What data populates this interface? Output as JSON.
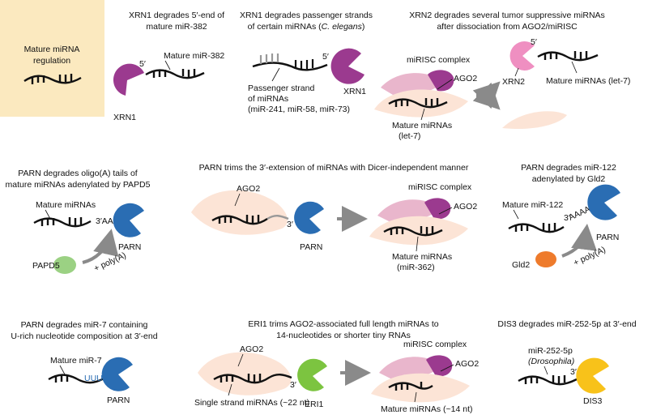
{
  "regulation": {
    "line1": "Mature miRNA",
    "line2": "regulation"
  },
  "p1": {
    "title1": "XRN1 degrades 5′-end of",
    "title2": "mature miR-382",
    "five": "5′",
    "rna": "Mature miR-382",
    "enzyme": "XRN1"
  },
  "p2": {
    "title1": "XRN1 degrades passenger strands",
    "title2a": "of certain miRNAs (",
    "title2b": "C. elegans",
    "title2c": ")",
    "five": "5′",
    "enzyme": "XRN1",
    "note1": "Passenger strand",
    "note2": "of miRNAs",
    "note3": "(miR-241, miR-58, miR-73)"
  },
  "p3": {
    "title1": "XRN2 degrades several tumor suppressive miRNAs",
    "title2": "after dissociation from AGO2/miRISC",
    "complex": "miRISC complex",
    "ago": "AGO2",
    "rna1": "Mature miRNAs",
    "rna2": "(let-7)",
    "enzyme": "XRN2",
    "five": "5′",
    "rna3": "Mature miRNAs (let-7)"
  },
  "p4": {
    "title1": "PARN degrades oligo(A) tails of",
    "title2": "mature miRNAs adenylated by PAPD5",
    "rna": "Mature miRNAs",
    "tail": "3′AAAAA",
    "enzyme": "PARN",
    "enzyme2": "PAPD5",
    "poly": "+ poly(A)"
  },
  "p5": {
    "title": "PARN trims the 3′-extension of miRNAs with Dicer-independent manner",
    "ago": "AGO2",
    "three": "3′",
    "enzyme": "PARN",
    "complex": "miRISC complex",
    "ago2": "AGO2",
    "rna1": "Mature miRNAs",
    "rna2": "(miR-362)"
  },
  "p6": {
    "title1": "PARN degrades miR-122",
    "title2": "adenylated by Gld2",
    "rna": "Mature miR-122",
    "three": "3′",
    "tail": "AAAAA",
    "enzyme": "PARN",
    "enzyme2": "Gld2",
    "poly": "+ poly(A)"
  },
  "p7": {
    "title1": "PARN degrades miR-7 containing",
    "title2": "U-rich nucleotide composition at 3′-end",
    "rna": "Mature miR-7",
    "uuu": "UUU",
    "enzyme": "PARN"
  },
  "p8": {
    "title1": "ERI1 trims AGO2-associated full length miRNAs to",
    "title2": "14-nucleotides or shorter tiny RNAs",
    "ago": "AGO2",
    "three": "3′",
    "enzyme": "ERI1",
    "rna1": "Single strand miRNAs (~22 nt)",
    "complex": "miRISC complex",
    "ago2": "AGO2",
    "rna2": "Mature miRNAs (~14 nt)"
  },
  "p9": {
    "title": "DIS3 degrades miR-252-5p at 3′-end",
    "rna1": "miR-252-5p",
    "rna2": "Drosophila",
    "three": "3′",
    "enzyme": "DIS3"
  },
  "colors": {
    "box": "#fbe9bf",
    "purple": "#9b3a8f",
    "pink": "#ef8fc1",
    "blue": "#2a6db3",
    "green": "#9bd183",
    "lime": "#7cc440",
    "orange": "#ee7b2c",
    "yellow": "#f8c21a",
    "ago_light": "#fce4d6",
    "ago_pink": "#e9b6cc",
    "arrow": "#8a8a8a"
  }
}
